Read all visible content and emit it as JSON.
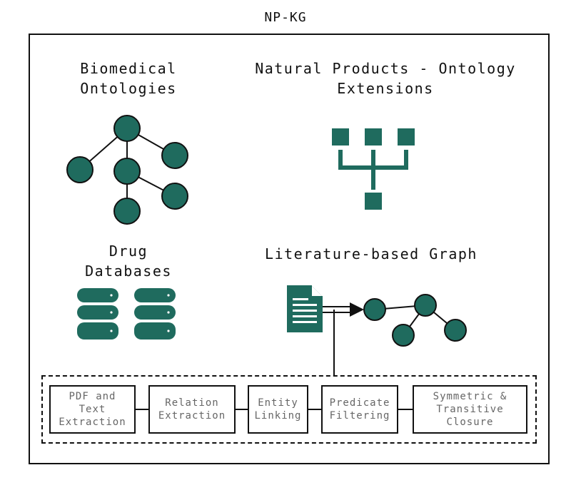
{
  "title": "NP-KG",
  "sections": {
    "biomedical_ontologies": "Biomedical\nOntologies",
    "natural_products": "Natural Products - Ontology\nExtensions",
    "drug_databases": "Drug\nDatabases",
    "literature_graph": "Literature-based Graph"
  },
  "pipeline": [
    {
      "id": "pdf",
      "label": "PDF and\nText\nExtraction"
    },
    {
      "id": "relation",
      "label": "Relation\nExtraction"
    },
    {
      "id": "entity",
      "label": "Entity\nLinking"
    },
    {
      "id": "predicate",
      "label": "Predicate\nFiltering"
    },
    {
      "id": "closure",
      "label": "Symmetric &\nTransitive\nClosure"
    }
  ],
  "colors": {
    "node": "#1f6b5e",
    "stroke": "#111111",
    "step_text": "#666666"
  },
  "icons": [
    "tree-graph-icon",
    "hierarchy-icon",
    "database-icon",
    "document-icon",
    "arrow-icon",
    "small-graph-icon"
  ]
}
